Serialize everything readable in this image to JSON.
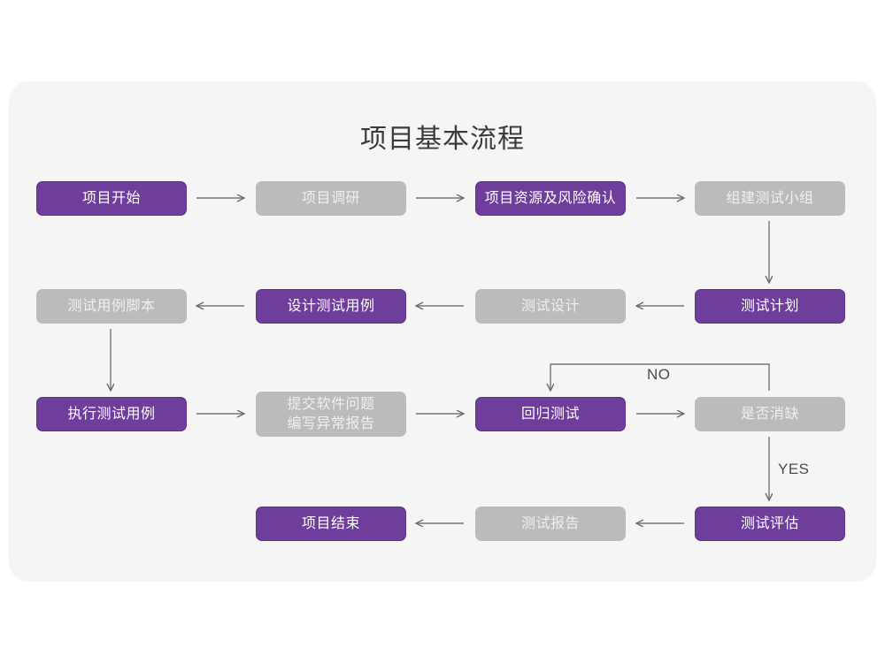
{
  "diagram": {
    "title": "项目基本流程",
    "colors": {
      "panel_background": "#f5f5f5",
      "page_background": "#ffffff",
      "accent_purple": "#6f3d9b",
      "accent_purple_border": "#5e3185",
      "muted_gray": "#bbbbbb",
      "muted_gray_text": "#efefef",
      "connector_gray": "#777777",
      "title_color": "#3b3b3b"
    },
    "nodes": [
      {
        "id": "n1",
        "label": "项目开始",
        "style": "purple"
      },
      {
        "id": "n2",
        "label": "项目调研",
        "style": "gray"
      },
      {
        "id": "n3",
        "label": "项目资源及风险确认",
        "style": "purple"
      },
      {
        "id": "n4",
        "label": "组建测试小组",
        "style": "gray"
      },
      {
        "id": "n5",
        "label": "测试计划",
        "style": "purple"
      },
      {
        "id": "n6",
        "label": "测试设计",
        "style": "gray"
      },
      {
        "id": "n7",
        "label": "设计测试用例",
        "style": "purple"
      },
      {
        "id": "n8",
        "label": "测试用例脚本",
        "style": "gray"
      },
      {
        "id": "n9",
        "label": "执行测试用例",
        "style": "purple"
      },
      {
        "id": "n10",
        "label": "提交软件问题\n编写异常报告",
        "style": "gray"
      },
      {
        "id": "n11",
        "label": "回归测试",
        "style": "purple"
      },
      {
        "id": "n12",
        "label": "是否消缺",
        "style": "gray"
      },
      {
        "id": "n13",
        "label": "测试评估",
        "style": "purple"
      },
      {
        "id": "n14",
        "label": "测试报告",
        "style": "gray"
      },
      {
        "id": "n15",
        "label": "项目结束",
        "style": "purple"
      }
    ],
    "edge_labels": {
      "no": "NO",
      "yes": "YES"
    }
  }
}
